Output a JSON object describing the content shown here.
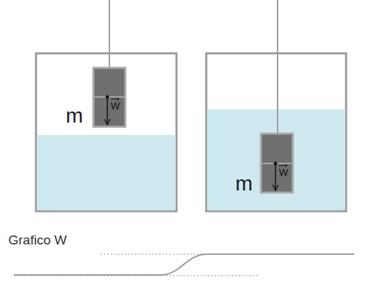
{
  "diagram": {
    "labels": [
      "m",
      "W",
      "m",
      "W",
      "Grafico W"
    ]
  }
}
